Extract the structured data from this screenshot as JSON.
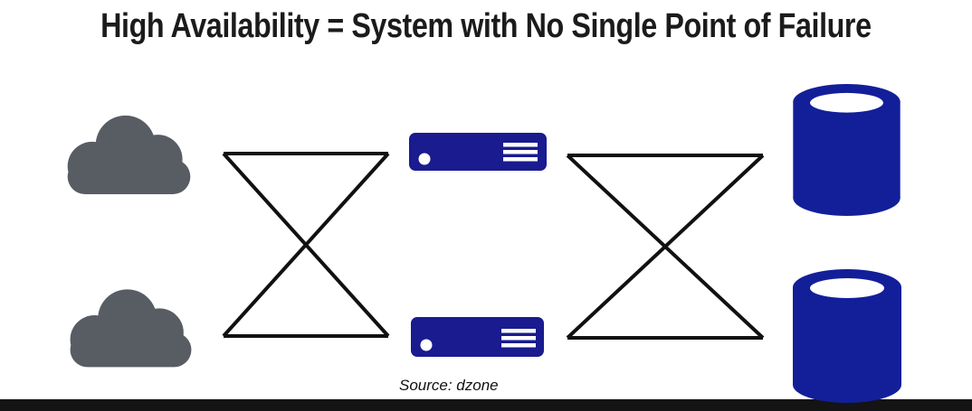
{
  "title": "High Availability = System with No Single Point of Failure",
  "source_label": "Source: dzone",
  "colors": {
    "background": "#ffffff",
    "cloud_gray": "#585d64",
    "server_blue": "#191b8f",
    "database_blue": "#131f99",
    "line_black": "#111111",
    "bottom_bar_black": "#141414",
    "title_black": "#1b1b1b"
  },
  "diagram": {
    "nodes": {
      "clouds": [
        {
          "id": "cloud-1",
          "type": "cloud",
          "position": "top-left"
        },
        {
          "id": "cloud-2",
          "type": "cloud",
          "position": "bottom-left"
        }
      ],
      "servers": [
        {
          "id": "server-1",
          "type": "server",
          "position": "top-center"
        },
        {
          "id": "server-2",
          "type": "server",
          "position": "bottom-center"
        }
      ],
      "databases": [
        {
          "id": "database-1",
          "type": "database",
          "position": "top-right"
        },
        {
          "id": "database-2",
          "type": "database",
          "position": "bottom-right"
        }
      ]
    },
    "connections": [
      {
        "from": "cloud-1",
        "to": "server-1"
      },
      {
        "from": "cloud-1",
        "to": "server-2"
      },
      {
        "from": "cloud-2",
        "to": "server-1"
      },
      {
        "from": "cloud-2",
        "to": "server-2"
      },
      {
        "from": "server-1",
        "to": "database-1"
      },
      {
        "from": "server-1",
        "to": "database-2"
      },
      {
        "from": "server-2",
        "to": "database-1"
      },
      {
        "from": "server-2",
        "to": "database-2"
      }
    ]
  }
}
